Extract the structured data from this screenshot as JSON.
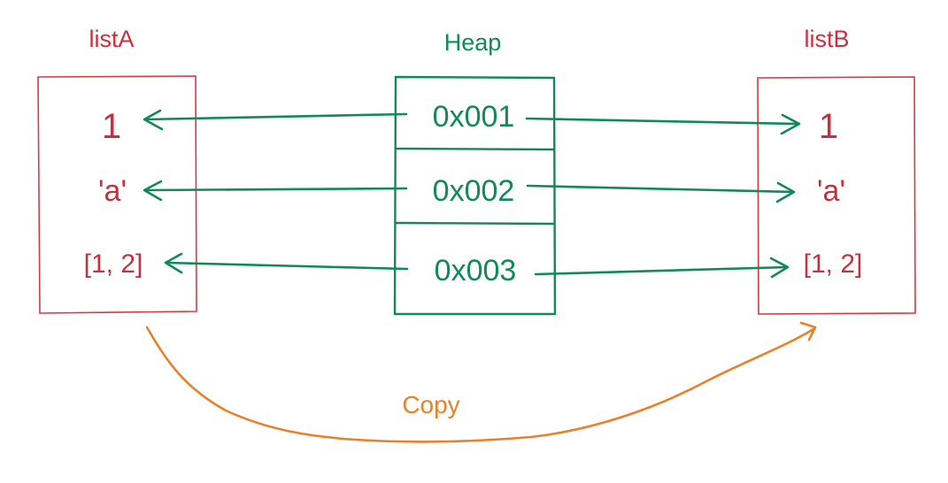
{
  "list_a": {
    "title": "listA",
    "items": [
      "1",
      "'a'",
      "[1, 2]"
    ]
  },
  "heap": {
    "title": "Heap",
    "addresses": [
      "0x001",
      "0x002",
      "0x003"
    ]
  },
  "list_b": {
    "title": "listB",
    "items": [
      "1",
      "'a'",
      "[1, 2]"
    ]
  },
  "copy": {
    "label": "Copy"
  },
  "colors": {
    "list": "#c9303d",
    "heap": "#118a5a",
    "copy": "#e8812a"
  }
}
